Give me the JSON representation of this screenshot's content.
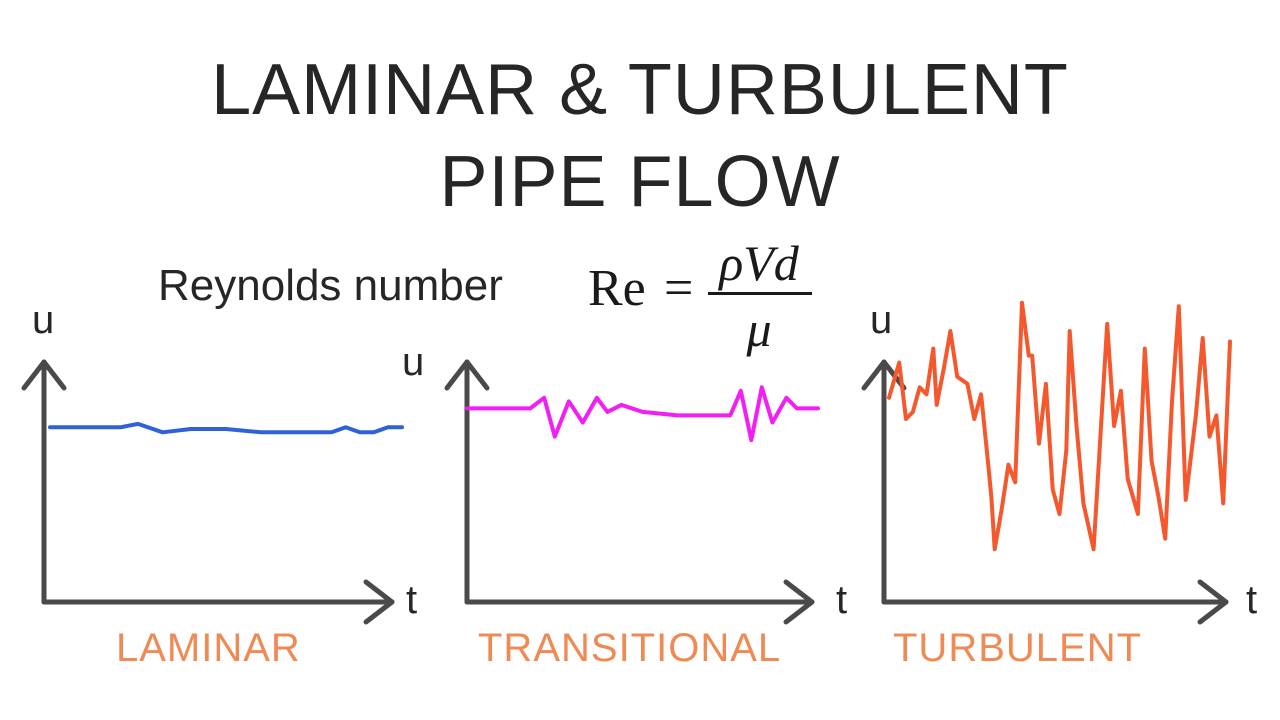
{
  "title": {
    "line1": "LAMINAR & TURBULENT",
    "line2": "PIPE FLOW"
  },
  "reynolds": {
    "label": "Reynolds number",
    "lhs": "Re",
    "equals": "=",
    "numerator": "ρVd",
    "denominator": "μ"
  },
  "colors": {
    "axis": "#4a4a4a",
    "laminar": "#2f62d8",
    "transitional": "#f21ef2",
    "turbulent": "#f4582c",
    "panel_label": "#f08a55"
  },
  "chart_data": [
    {
      "type": "line",
      "panel": "laminar",
      "ylabel": "u",
      "xlabel": "t",
      "label": "LAMINAR",
      "xlim": [
        0,
        100
      ],
      "ylim": [
        0,
        100
      ],
      "series": [
        {
          "x": [
            0,
            20,
            25,
            32,
            40,
            50,
            60,
            70,
            80,
            84,
            88,
            92,
            96,
            100
          ],
          "y": [
            52,
            52,
            53,
            50.5,
            51.5,
            51.5,
            50.5,
            50.5,
            50.5,
            52,
            50.5,
            50.5,
            52,
            52
          ]
        }
      ]
    },
    {
      "type": "line",
      "panel": "transitional",
      "ylabel": "u",
      "xlabel": "t",
      "label": "TRANSITIONAL",
      "xlim": [
        0,
        100
      ],
      "ylim": [
        0,
        100
      ],
      "series": [
        {
          "x": [
            0,
            18,
            22,
            25,
            29,
            33,
            37,
            40,
            44,
            50,
            60,
            70,
            75,
            78,
            81,
            84,
            87,
            91,
            94,
            100
          ],
          "y": [
            55,
            55,
            58,
            47,
            57,
            51,
            58,
            54,
            56,
            54,
            53,
            53,
            53,
            60,
            46,
            61,
            51,
            58,
            55,
            55
          ]
        }
      ]
    },
    {
      "type": "line",
      "panel": "turbulent",
      "ylabel": "u",
      "xlabel": "t",
      "label": "TURBULENT",
      "xlim": [
        0,
        100
      ],
      "ylim": [
        0,
        100
      ],
      "series": [
        {
          "x": [
            0,
            3,
            5,
            7,
            9,
            11,
            13,
            14,
            16,
            18,
            20,
            23,
            25,
            27,
            29,
            30,
            31,
            33,
            35,
            37,
            39,
            41,
            42,
            44,
            46,
            48,
            50,
            52,
            53,
            55,
            57,
            60,
            62,
            64,
            66,
            68,
            70,
            73,
            75,
            77,
            79,
            81,
            83,
            85,
            87,
            90,
            92,
            94,
            96,
            98,
            100
          ],
          "y": [
            58,
            68,
            52,
            54,
            61,
            59,
            72,
            56,
            66,
            77,
            64,
            62,
            52,
            59,
            40,
            30,
            15,
            26,
            39,
            34,
            85,
            70,
            70,
            45,
            62,
            32,
            25,
            43,
            77,
            50,
            28,
            15,
            47,
            79,
            50,
            60,
            35,
            25,
            72,
            40,
            30,
            18,
            57,
            84,
            29,
            53,
            75,
            47,
            53,
            28,
            74
          ]
        }
      ]
    }
  ]
}
